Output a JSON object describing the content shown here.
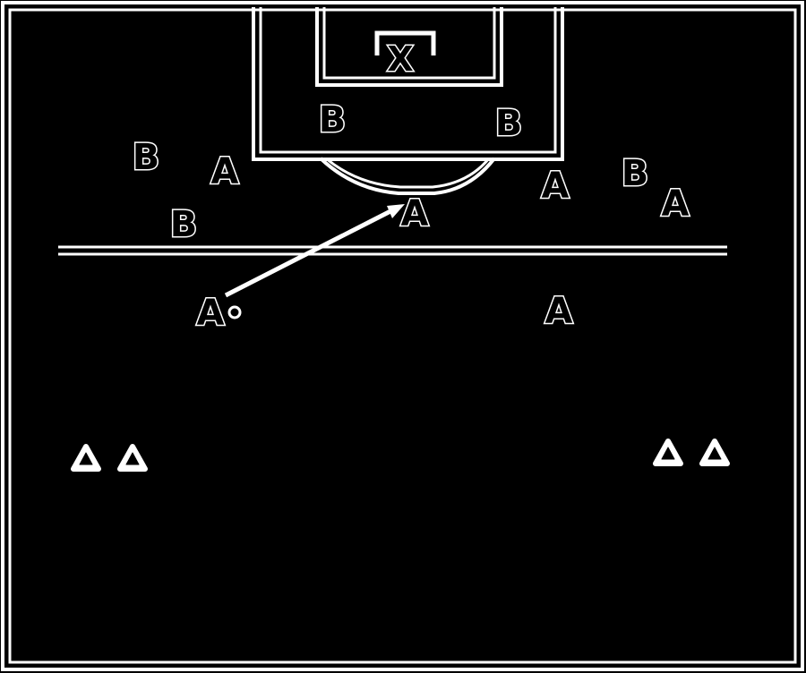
{
  "diagram": {
    "goal_label": "X",
    "labels": {
      "b1": "B",
      "b2": "B",
      "b3": "B",
      "b4": "B",
      "b5": "B",
      "a1": "A",
      "a2": "A",
      "a3": "A",
      "a4": "A",
      "a5": "A",
      "a6": "A"
    },
    "colors": {
      "background": "#000000",
      "lines": "#ffffff",
      "marks": "#000000"
    },
    "icons": [
      "cone-icon",
      "ball-icon",
      "pass-arrow"
    ]
  }
}
